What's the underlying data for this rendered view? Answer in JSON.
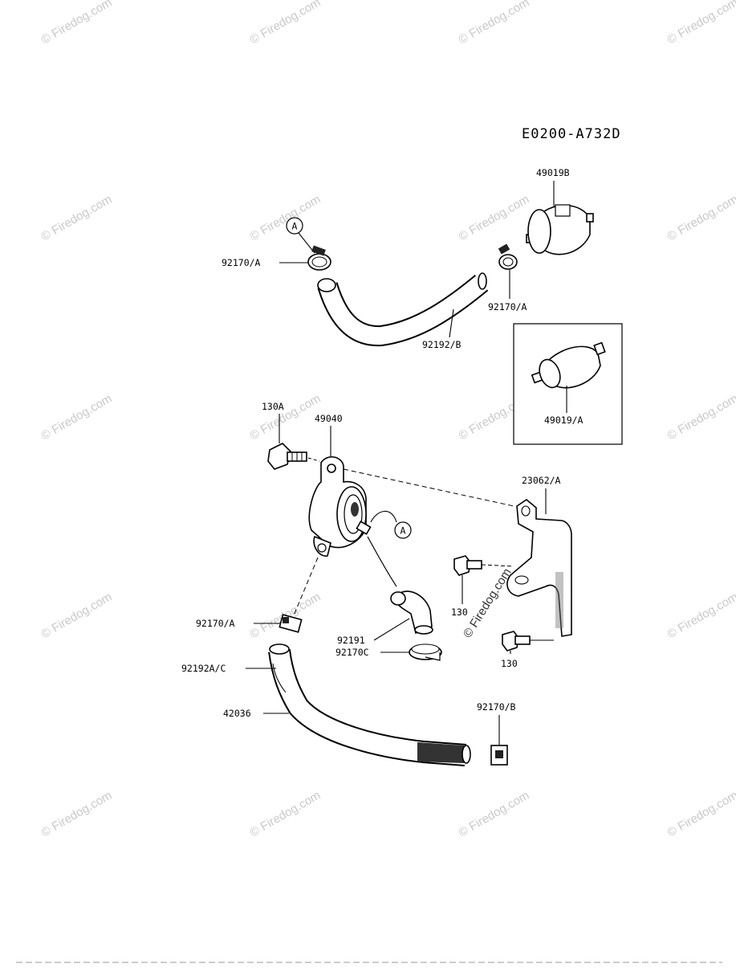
{
  "diagram_code": "E0200-A732D",
  "watermark": "© Firedog.com",
  "callouts": {
    "ref_a_top": "A",
    "ref_a_pump": "A",
    "clamp_top_left": "92170/A",
    "clamp_top_right": "92170/A",
    "filter_top": "49019B",
    "hose_top": "92192/B",
    "filter_inset": "49019/A",
    "bolt_pump": "130A",
    "fuel_pump": "49040",
    "bracket": "23062/A",
    "bolt_upper": "130",
    "bolt_lower": "130",
    "clamp_pump": "92170/A",
    "elbow_hose": "92191",
    "clamp_elbow": "92170C",
    "hose_lower_a": "92192A/C",
    "hose_lower_b": "42036",
    "clamp_lower_right": "92170/B"
  }
}
